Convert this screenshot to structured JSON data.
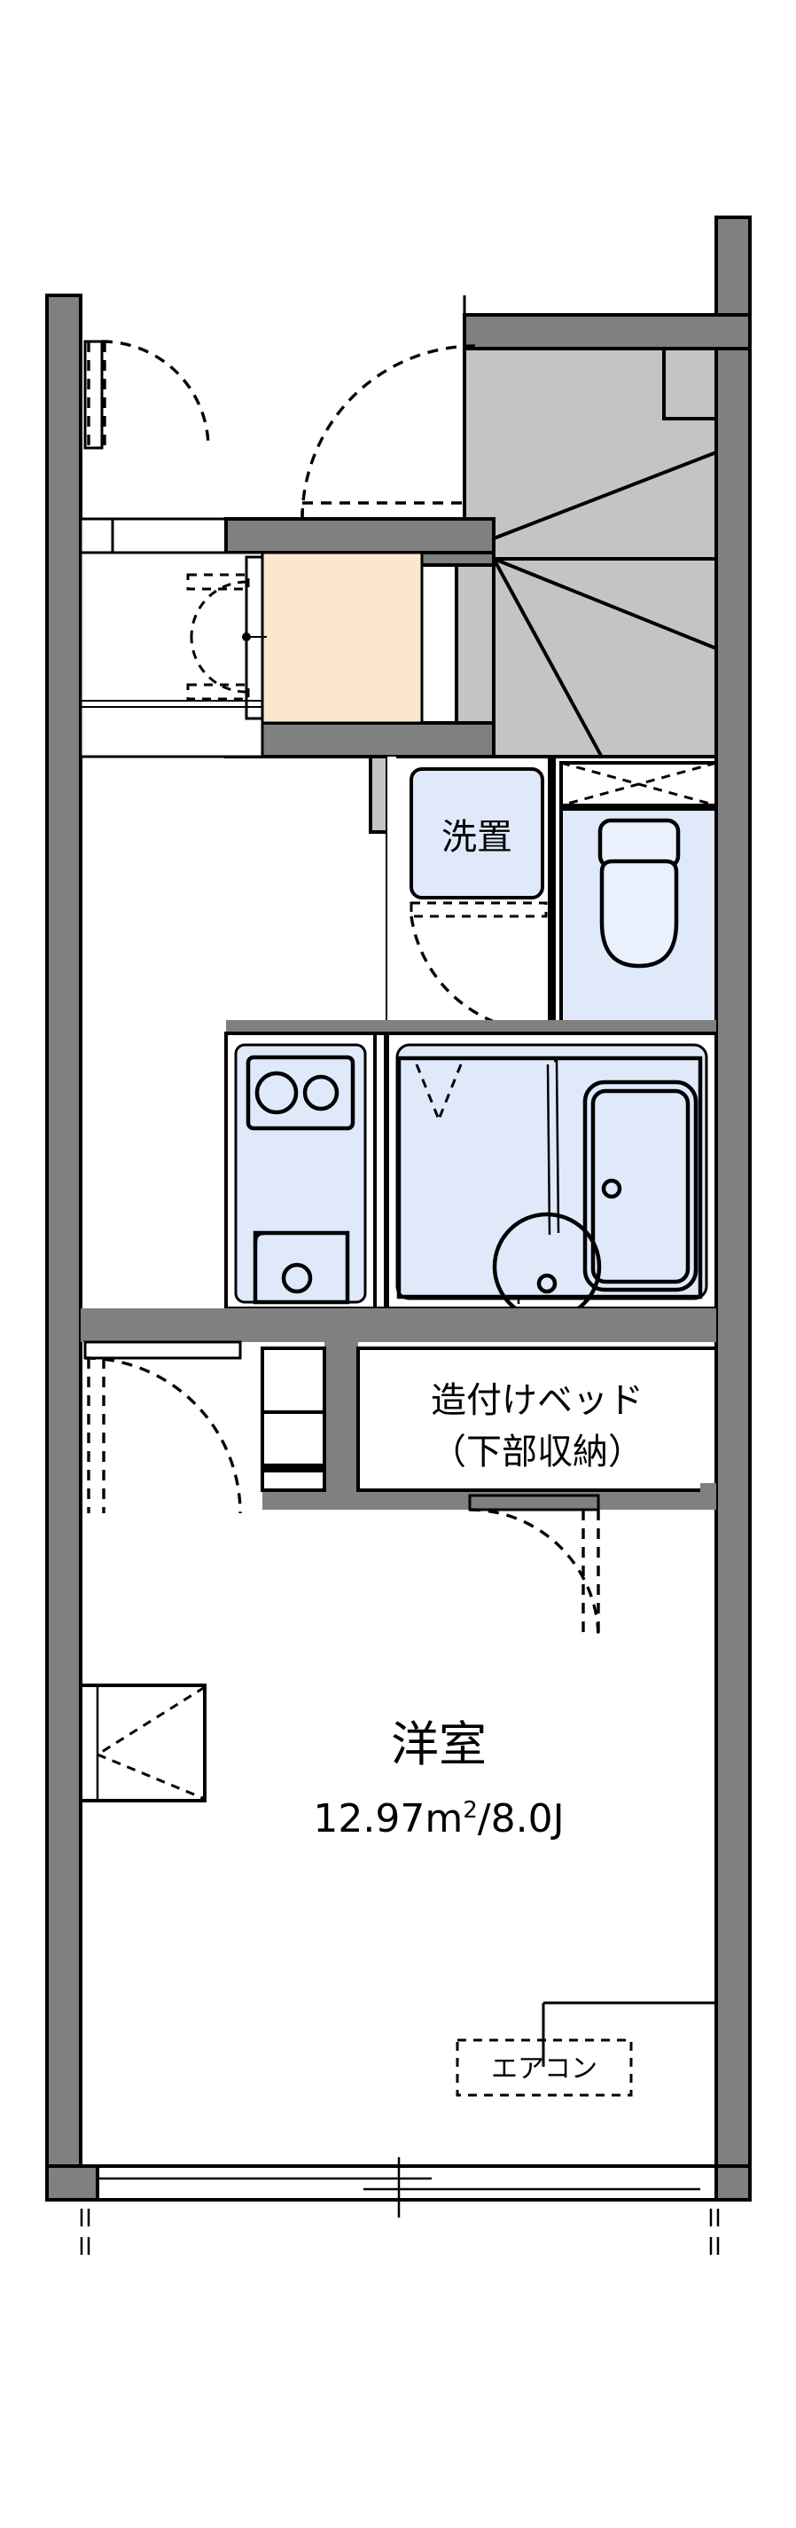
{
  "document": {
    "type": "floor-plan",
    "title": "間取図",
    "background_color": "#ffffff"
  },
  "colors": {
    "wall": "#808080",
    "wall_outline": "#000000",
    "stair_fill": "#c4c4c4",
    "genkan_tile": "#fbe8cc",
    "water_area": "#dfe9fa",
    "fixture_fill": "#eaf1fc",
    "line": "#000000"
  },
  "rooms": [
    {
      "id": "washer",
      "label": "洗置",
      "meaning": "washing-machine-space",
      "style": "boxed-blue"
    },
    {
      "id": "builtin-bed",
      "label_line1": "造付けベッド",
      "label_line2": "（下部収納）",
      "meaning": "built-in-bed-with-under-storage"
    },
    {
      "id": "main-room",
      "label": "洋室",
      "meaning": "western-style-room",
      "area_metric": "12.97㎡",
      "area_tatami": "8.0J",
      "area_text_prefix": "12.97m",
      "area_text_sup": "2",
      "area_text_suffix": "/8.0J"
    },
    {
      "id": "aircon",
      "label": "エアコン",
      "meaning": "air-conditioner"
    }
  ],
  "fixtures": [
    {
      "id": "stairs",
      "name": "winder-staircase"
    },
    {
      "id": "entrance-tile",
      "name": "genkan-entry-tile"
    },
    {
      "id": "toilet",
      "name": "western-toilet"
    },
    {
      "id": "kitchen-stove",
      "name": "two-burner-cooktop"
    },
    {
      "id": "kitchen-sink",
      "name": "kitchen-sink"
    },
    {
      "id": "unit-bath",
      "name": "unit-bath"
    },
    {
      "id": "bathtub",
      "name": "bathtub"
    },
    {
      "id": "vanity-basin",
      "name": "round-wash-basin"
    },
    {
      "id": "shelf",
      "name": "upper-shelf"
    },
    {
      "id": "balcony-window",
      "name": "sliding-glass-door"
    },
    {
      "id": "casement-window",
      "name": "casement-window"
    },
    {
      "id": "entry-door",
      "name": "entry-door"
    },
    {
      "id": "closet-door",
      "name": "closet-door"
    },
    {
      "id": "swing-door",
      "name": "double-swing-door"
    },
    {
      "id": "room-door",
      "name": "room-door"
    }
  ],
  "text": {
    "washer": "洗置",
    "bed_line1": "造付けベッド",
    "bed_line2": "（下部収納）",
    "room_name": "洋室",
    "area_main": "12.97m",
    "area_sup": "2",
    "area_rest": "/8.0J",
    "aircon": "エアコン"
  }
}
